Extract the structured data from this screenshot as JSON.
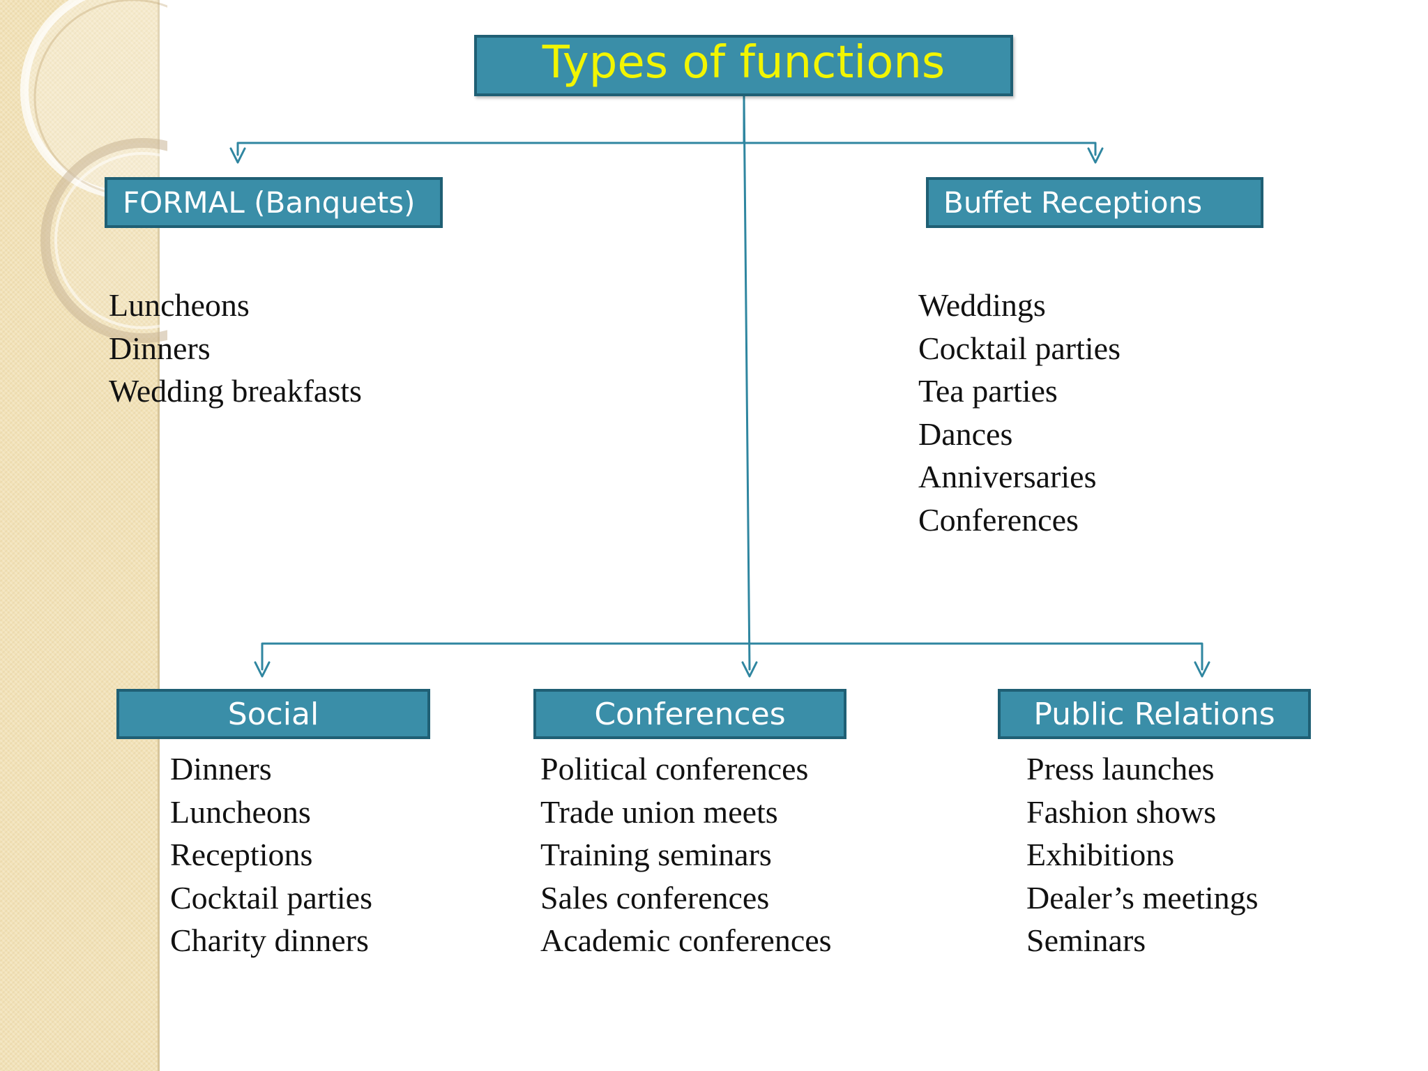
{
  "diagram": {
    "title": "Types of functions",
    "categories": [
      {
        "id": "formal",
        "label": "FORMAL (Banquets)",
        "items": [
          "Luncheons",
          "Dinners",
          "Wedding breakfasts"
        ]
      },
      {
        "id": "buffet",
        "label": "Buffet Receptions",
        "items": [
          "Weddings",
          "Cocktail parties",
          "Tea parties",
          "Dances",
          "Anniversaries",
          "Conferences"
        ]
      },
      {
        "id": "social",
        "label": "Social",
        "items": [
          "Dinners",
          "Luncheons",
          "Receptions",
          "Cocktail parties",
          "Charity dinners"
        ]
      },
      {
        "id": "conferences",
        "label": "Conferences",
        "items": [
          "Political conferences",
          "Trade union meets",
          "Training seminars",
          "Sales conferences",
          "Academic conferences"
        ]
      },
      {
        "id": "public-relations",
        "label": "Public Relations",
        "items": [
          "Press launches",
          "Fashion shows",
          "Exhibitions",
          "Dealer’s meetings",
          "Seminars"
        ]
      }
    ],
    "edges": [
      {
        "from": "title",
        "to": "formal"
      },
      {
        "from": "title",
        "to": "buffet"
      },
      {
        "from": "title",
        "to": "social"
      },
      {
        "from": "title",
        "to": "conferences"
      },
      {
        "from": "title",
        "to": "public-relations"
      }
    ]
  },
  "colors": {
    "box_fill": "#3a8ea8",
    "box_border": "#1f5f74",
    "title_text": "#f2f500",
    "box_text": "#ffffff",
    "connector": "#2f86a0",
    "side_panel": "#f2e2b8"
  }
}
